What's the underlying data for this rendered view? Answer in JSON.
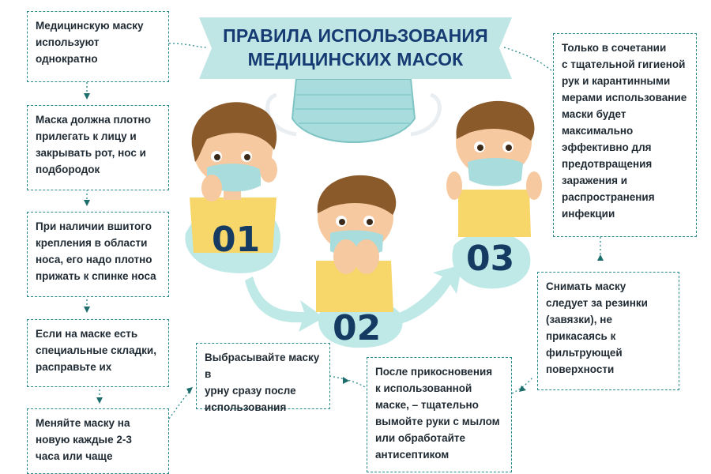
{
  "title": {
    "line1": "ПРАВИЛА ИСПОЛЬЗОВАНИЯ",
    "line2": "МЕДИЦИНСКИХ МАСОК"
  },
  "steps": {
    "s1": "01",
    "s2": "02",
    "s3": "03"
  },
  "left_notes": [
    "Медицинскую маску\nиспользуют\nоднократно",
    "Маска должна плотно\nприлегать к лицу и\nзакрывать рот, нос и\nподбородок",
    "При наличии вшитого\nкрепления в области\nноса, его надо плотно\nприжать к спинке носа",
    "Если на маске есть\nспециальные складки,\nрасправьте их",
    "Меняйте маску на\nновую каждые 2-3\nчаса или чаще"
  ],
  "right_notes": [
    "Только в сочетании\nс тщательной гигиеной\nрук и карантинными\nмерами использование\nмаски будет\nмаксимально\nэффективно для\nпредотвращения\nзаражения и\nраспространения\nинфекции",
    "Снимать маску\nследует за резинки\n(завязки), не\nприкасаясь к\nфильтрующей\nповерхности"
  ],
  "bottom_notes": [
    "Выбрасывайте маску в\nурну сразу после\nиспользования",
    "После прикосновения\nк использованной\nмаске, – тщательно\nвымойте руки с мылом\nили обработайте\nантисептиком"
  ],
  "colors": {
    "teal": "#2a8a8a",
    "banner": "#bfe6e4",
    "title": "#163b73",
    "blob": "#bfe9e6",
    "skin": "#f6c9a0",
    "hair": "#8a5a2b",
    "shirt": "#f7d66a",
    "mask": "#a9dcdc"
  }
}
